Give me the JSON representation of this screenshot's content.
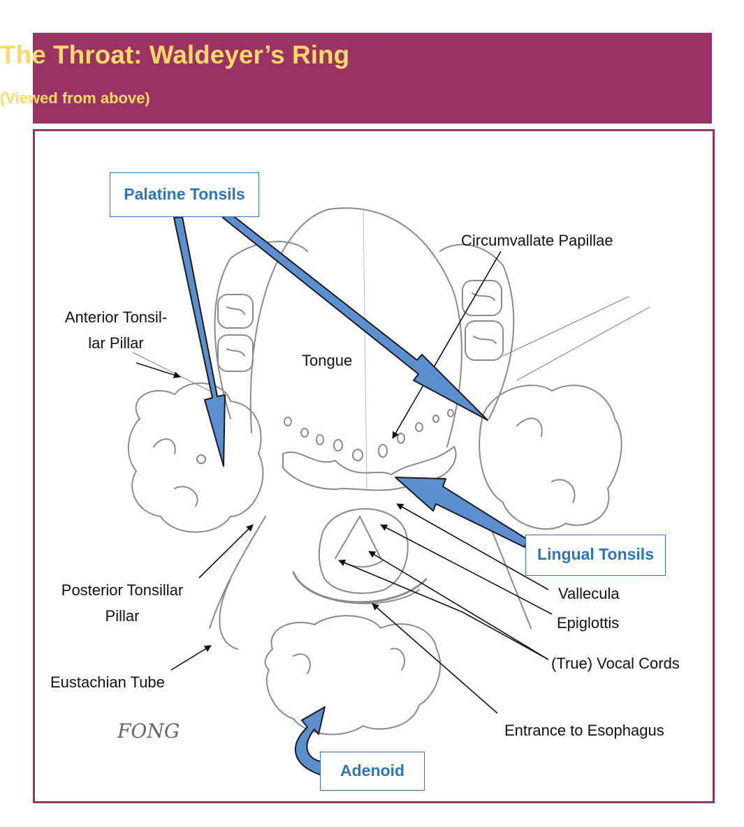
{
  "header": {
    "title": "The Throat: Waldeyer’s Ring",
    "subtitle": "(Viewed from above)"
  },
  "colors": {
    "banner": "#993366",
    "title_text": "#ffd966",
    "callout": "#2e75b6",
    "arrow_fill": "#5b8fd0",
    "sketch": "#8a8a8a"
  },
  "callouts": {
    "palatine": "Palatine Tonsils",
    "lingual": "Lingual Tonsils",
    "adenoid": "Adenoid"
  },
  "labels": {
    "anterior_line1": "Anterior Tonsil-",
    "anterior_line2": "lar Pillar",
    "tongue": "Tongue",
    "circumvallate": "Circumvallate Papillae",
    "posterior_line1": "Posterior Tonsillar",
    "posterior_line2": "Pillar",
    "eustachian": "Eustachian Tube",
    "vallecula": "Vallecula",
    "epiglottis": "Epiglottis",
    "vocal_cords": "(True) Vocal Cords",
    "esophagus": "Entrance to Esophagus"
  },
  "signature": "FONG"
}
